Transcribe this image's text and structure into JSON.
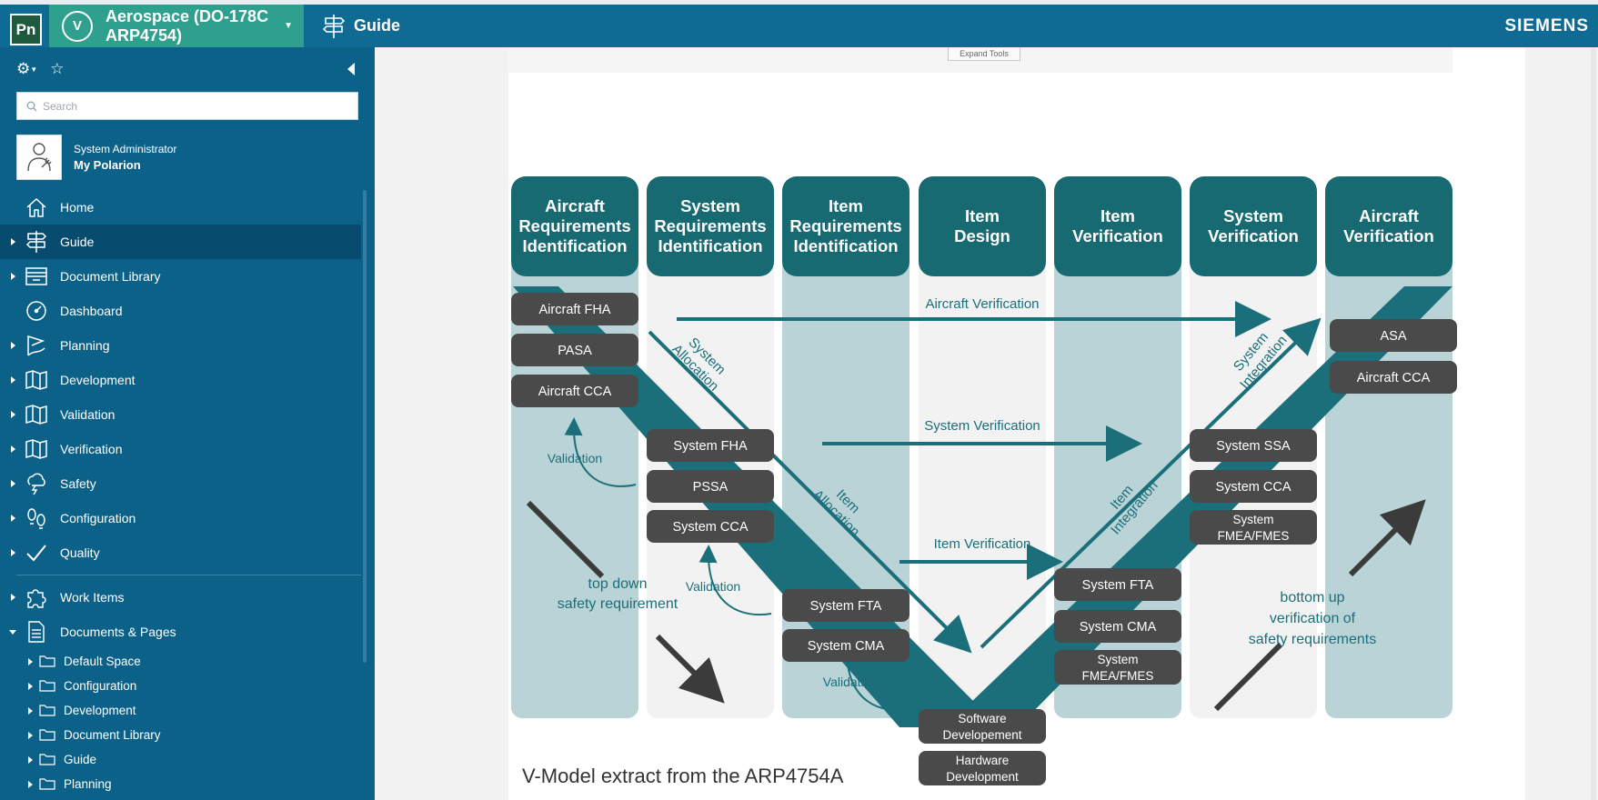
{
  "app": {
    "logo_text": "Pn",
    "project_name": "Aerospace (DO-178C ARP4754)",
    "project_icon_letter": "V",
    "page_title": "Guide",
    "brand": "SIEMENS",
    "expand_tools": "Expand Tools"
  },
  "sidebar": {
    "search_placeholder": "Search",
    "user_role": "System Administrator",
    "user_link": "My Polarion",
    "items": [
      {
        "label": "Home",
        "icon": "home-icon",
        "arrow": false
      },
      {
        "label": "Guide",
        "icon": "signpost-icon",
        "arrow": true,
        "selected": true
      },
      {
        "label": "Document Library",
        "icon": "library-icon",
        "arrow": true
      },
      {
        "label": "Dashboard",
        "icon": "dashboard-icon",
        "arrow": false
      },
      {
        "label": "Planning",
        "icon": "planning-icon",
        "arrow": true
      },
      {
        "label": "Development",
        "icon": "map-icon",
        "arrow": true
      },
      {
        "label": "Validation",
        "icon": "map-icon",
        "arrow": true
      },
      {
        "label": "Verification",
        "icon": "map-icon",
        "arrow": true
      },
      {
        "label": "Safety",
        "icon": "storm-icon",
        "arrow": true
      },
      {
        "label": "Configuration",
        "icon": "footprints-icon",
        "arrow": true
      },
      {
        "label": "Quality",
        "icon": "checkmark-icon",
        "arrow": true
      }
    ],
    "work_items": "Work Items",
    "docs_pages": "Documents & Pages",
    "spaces": [
      "Default Space",
      "Configuration",
      "Development",
      "Document Library",
      "Guide",
      "Planning"
    ]
  },
  "diagram": {
    "caption": "V-Model extract from the ARP4754A",
    "columns": [
      {
        "line1": "Aircraft",
        "line2": "Requirements",
        "line3": "Identification"
      },
      {
        "line1": "System",
        "line2": "Requirements",
        "line3": "Identification"
      },
      {
        "line1": "Item",
        "line2": "Requirements",
        "line3": "Identification"
      },
      {
        "line1": "Item",
        "line2": "Design",
        "line3": ""
      },
      {
        "line1": "Item",
        "line2": "Verification",
        "line3": ""
      },
      {
        "line1": "System",
        "line2": "Verification",
        "line3": ""
      },
      {
        "line1": "Aircraft",
        "line2": "Verification",
        "line3": ""
      }
    ],
    "boxes": {
      "aircraft_fha": "Aircraft FHA",
      "pasa": "PASA",
      "aircraft_cca_l": "Aircraft CCA",
      "system_fha": "System FHA",
      "pssa": "PSSA",
      "system_cca_l": "System CCA",
      "system_fta_l": "System FTA",
      "system_cma_l": "System CMA",
      "sw_dev_1": "Software",
      "sw_dev_2": "Developement",
      "hw_dev_1": "Hardware",
      "hw_dev_2": "Development",
      "system_fta_r": "System FTA",
      "system_cma_r": "System CMA",
      "fmea_r_1": "System",
      "fmea_r_2": "FMEA/FMES",
      "system_ssa": "System SSA",
      "system_cca_r": "System CCA",
      "fmea_s_1": "System",
      "fmea_s_2": "FMEA/FMES",
      "asa": "ASA",
      "aircraft_cca_r": "Aircraft CCA"
    },
    "labels": {
      "aircraft_verification": "Aircraft Verification",
      "system_verification": "System Verification",
      "item_verification": "Item Verification",
      "system_allocation_1": "System",
      "system_allocation_2": "Allocation",
      "item_allocation_1": "Item",
      "item_allocation_2": "Allocation",
      "item_integration_1": "Item",
      "item_integration_2": "Integration",
      "system_integration_1": "System",
      "system_integration_2": "Integration",
      "validation": "Validation",
      "top_down_1": "top down",
      "top_down_2": "safety requirement",
      "bottom_up_1": "bottom up",
      "bottom_up_2": "verification of",
      "bottom_up_3": "safety requirements"
    },
    "colors": {
      "header": "#186a72",
      "band_dark": "#b9d3d6",
      "band_light": "#f2f2f2",
      "box": "#4a4a4a",
      "accent": "#1a6f7a",
      "arrow_dark": "#3b3b3b"
    }
  }
}
